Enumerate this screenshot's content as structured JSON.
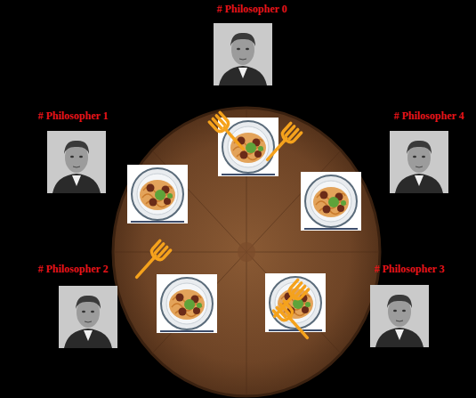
{
  "diagram": {
    "nodes": [
      {
        "text": [
          "# Philosopher 0"
        ]
      },
      {
        "text": [
          "# Philosopher 1"
        ]
      },
      {
        "text": [
          "# Philosopher 4"
        ]
      },
      {
        "text": [
          "# Philosopher 2"
        ]
      },
      {
        "text": [
          "# Philosopher 3"
        ]
      }
    ]
  }
}
